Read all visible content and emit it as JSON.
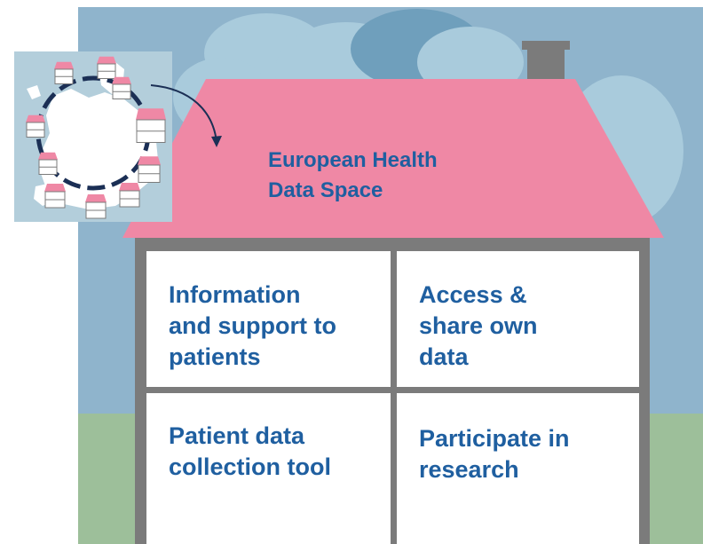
{
  "title_lines": [
    "European Health",
    "Data Space"
  ],
  "rooms": [
    {
      "id": "information-support",
      "lines": [
        "Information",
        "and support to",
        "patients"
      ]
    },
    {
      "id": "access-share",
      "lines": [
        "Access &",
        "share own",
        "data"
      ]
    },
    {
      "id": "data-collection",
      "lines": [
        "Patient data",
        "collection tool"
      ]
    },
    {
      "id": "participate-research",
      "lines": [
        "Participate in",
        "research"
      ]
    }
  ],
  "colors": {
    "sky": "#8fb4cc",
    "cloud_light": "#a9cbdc",
    "cloud_dark": "#6f9fbc",
    "grass": "#9dbf9a",
    "roof": "#ef88a5",
    "chimney": "#7b7b7b",
    "house_frame": "#7b7b7b",
    "room_fill": "#ffffff",
    "text": "#1f5fa0",
    "map_bg": "#b3cedb",
    "map_land": "#ffffff",
    "ring": "#1b2f55"
  },
  "icons": {
    "europe_map": "europe-map-icon",
    "arrow": "curved-arrow-icon",
    "small_house": "house-icon"
  }
}
